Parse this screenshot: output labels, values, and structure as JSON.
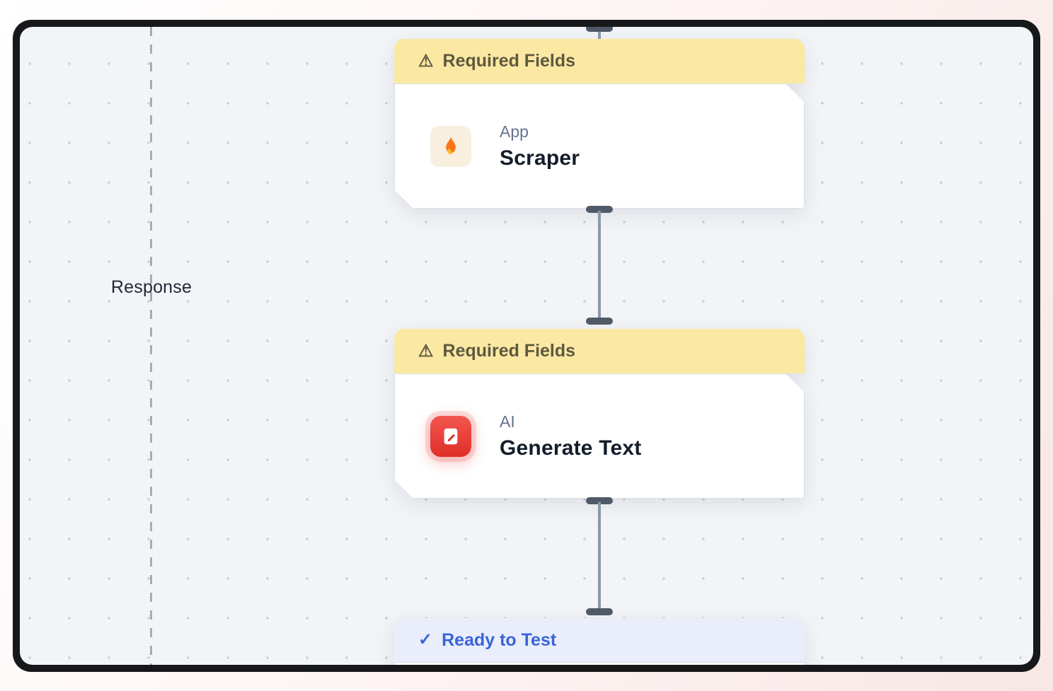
{
  "canvas": {
    "response_label": "Response"
  },
  "nodes": {
    "scraper": {
      "banner_label": "Required Fields",
      "type_label": "App",
      "title": "Scraper"
    },
    "generate_text": {
      "banner_label": "Required Fields",
      "type_label": "AI",
      "title": "Generate Text"
    },
    "ready": {
      "banner_label": "Ready to Test"
    }
  },
  "icons": {
    "warning": "⚠",
    "check": "✓",
    "app_icon": "fire-icon",
    "ai_icon": "note-edit-icon"
  },
  "colors": {
    "warning_banner_bg": "#fbe8a3",
    "ready_banner_bg": "#e9edfc",
    "ready_text": "#3a65d8",
    "accent_red": "#e8403a",
    "connector": "#8b98aa",
    "frame": "#17181a"
  }
}
